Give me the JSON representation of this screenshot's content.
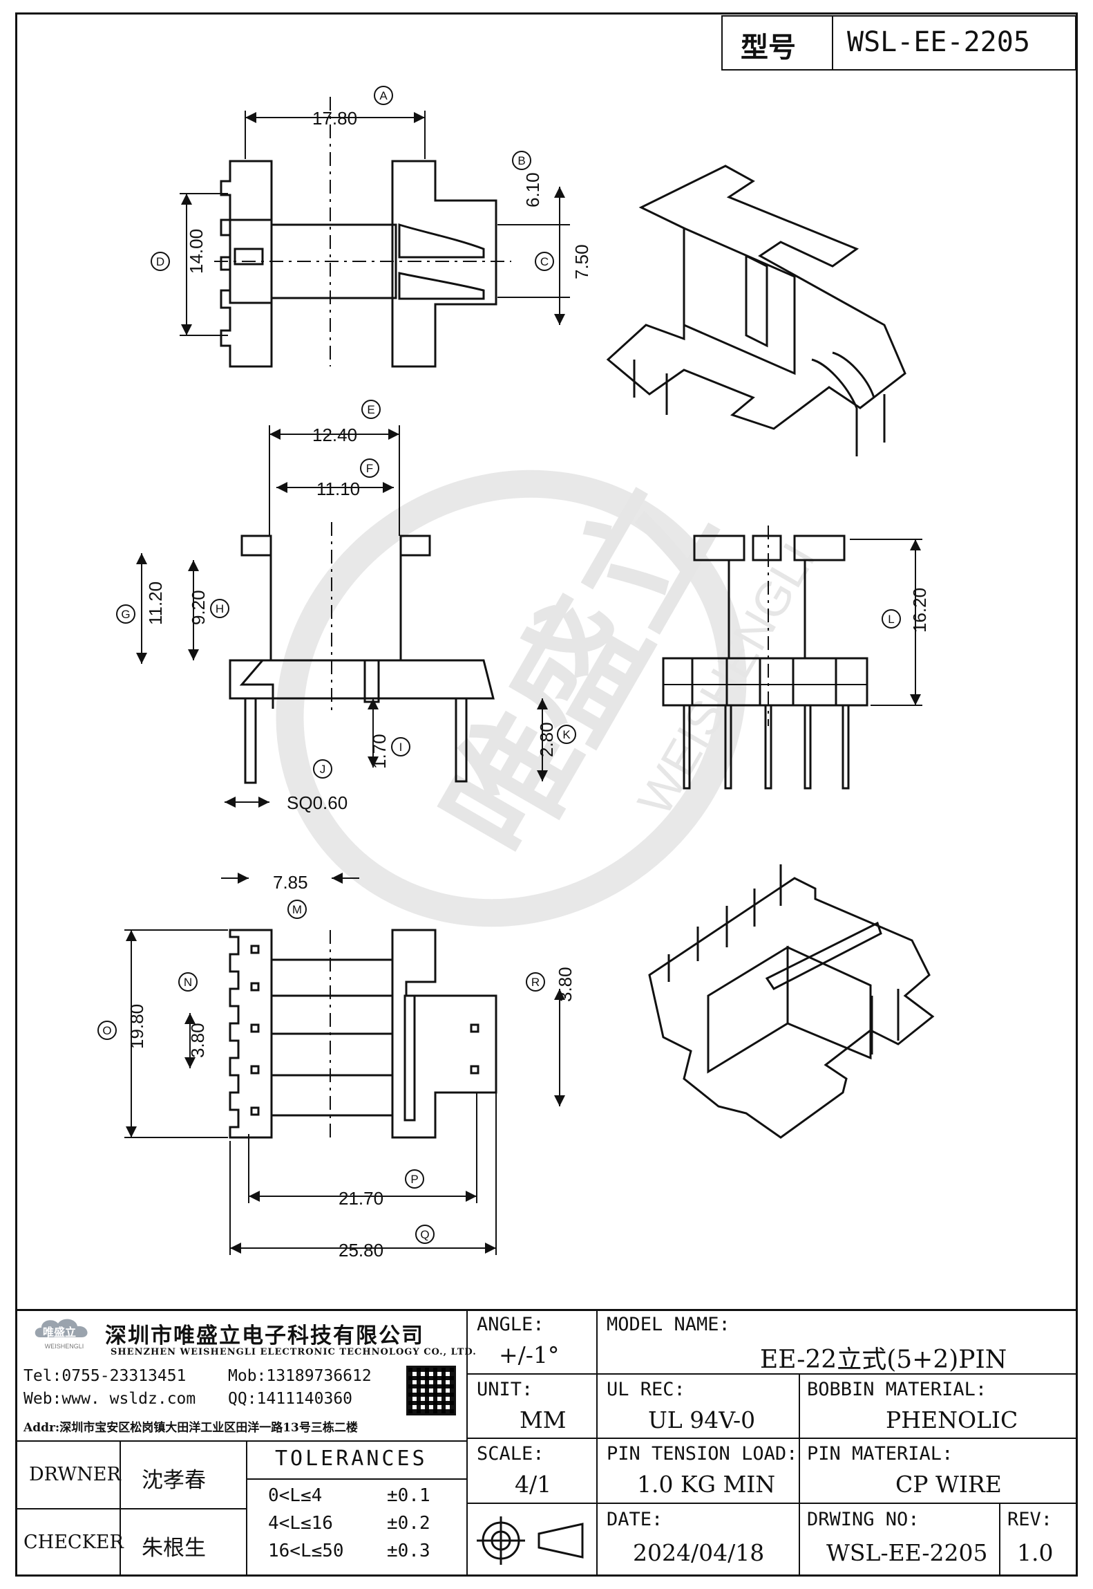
{
  "header": {
    "model_label": "型号",
    "model_value": "WSL-EE-2205"
  },
  "drawing": {
    "dims": {
      "A": "17.80",
      "B": "6.10",
      "C": "7.50",
      "D": "14.00",
      "E": "12.40",
      "F": "11.10",
      "G": "11.20",
      "H": "9.20",
      "I": "1.70",
      "J": "SQ0.60",
      "K": "2.80",
      "L": "16.20",
      "M": "7.85",
      "N": "3.80",
      "O": "19.80",
      "P": "21.70",
      "Q": "25.80",
      "R": "3.80"
    },
    "letters": [
      "A",
      "B",
      "C",
      "D",
      "E",
      "F",
      "G",
      "H",
      "I",
      "J",
      "K",
      "L",
      "M",
      "N",
      "O",
      "P",
      "Q",
      "R"
    ],
    "watermark": {
      "cn": "唯盛立",
      "en": "WEISHENGLI"
    }
  },
  "company": {
    "logo_cn": "唯盛立",
    "logo_en": "WEISHENGLI",
    "name_cn": "深圳市唯盛立电子科技有限公司",
    "name_en": "SHENZHEN WEISHENGLI ELECTRONIC TECHNOLOGY CO., LTD.",
    "tel": "Tel:0755-23313451",
    "mob": "Mob:13189736612",
    "web": "Web:www. wsldz.com",
    "qq": "QQ:1411140360",
    "addr": "Addr:深圳市宝安区松岗镇大田洋工业区田洋一路13号三栋二楼"
  },
  "people": {
    "drawer_label": "DRWNER",
    "drawer_name": "沈孝春",
    "checker_label": "CHECKER",
    "checker_name": "朱根生"
  },
  "tolerances": {
    "title": "TOLERANCES",
    "rows": [
      {
        "range": "0<L≤4",
        "tol": "±0.1"
      },
      {
        "range": "4<L≤16",
        "tol": "±0.2"
      },
      {
        "range": "16<L≤50",
        "tol": "±0.3"
      }
    ]
  },
  "title_block": {
    "angle_label": "ANGLE:",
    "angle_value": "+/-1°",
    "unit_label": "UNIT:",
    "unit_value": "MM",
    "scale_label": "SCALE:",
    "scale_value": "4/1",
    "model_name_label": "MODEL NAME:",
    "model_name_value": "EE-22立式(5+2)PIN",
    "ul_label": "UL REC:",
    "ul_value": "UL 94V-0",
    "bobbin_label": "BOBBIN MATERIAL:",
    "bobbin_value": "PHENOLIC",
    "pin_tension_label": "PIN TENSION LOAD:",
    "pin_tension_value": "1.0 KG MIN",
    "pin_material_label": "PIN MATERIAL:",
    "pin_material_value": "CP WIRE",
    "date_label": "DATE:",
    "date_value": "2024/04/18",
    "drawing_no_label": "DRWING NO:",
    "drawing_no_value": "WSL-EE-2205",
    "rev_label": "REV:",
    "rev_value": "1.0"
  }
}
